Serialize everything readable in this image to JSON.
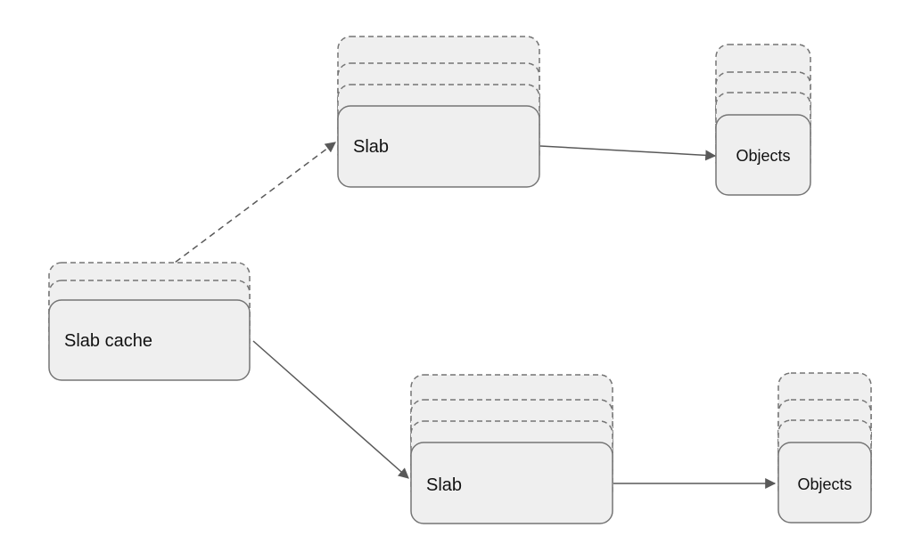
{
  "diagram": {
    "nodes": {
      "slab_cache": {
        "label": "Slab cache"
      },
      "slab_top": {
        "label": "Slab"
      },
      "slab_bottom": {
        "label": "Slab"
      },
      "objects_top": {
        "label": "Objects"
      },
      "objects_bottom": {
        "label": "Objects"
      }
    },
    "edges": [
      {
        "from": "slab_cache",
        "to": "slab_top",
        "style": "dashed"
      },
      {
        "from": "slab_cache",
        "to": "slab_bottom",
        "style": "solid"
      },
      {
        "from": "slab_top",
        "to": "objects_top",
        "style": "solid"
      },
      {
        "from": "slab_bottom",
        "to": "objects_bottom",
        "style": "solid"
      }
    ],
    "colors": {
      "node_fill": "#efefef",
      "node_stroke": "#757575",
      "edge": "#595959"
    }
  }
}
